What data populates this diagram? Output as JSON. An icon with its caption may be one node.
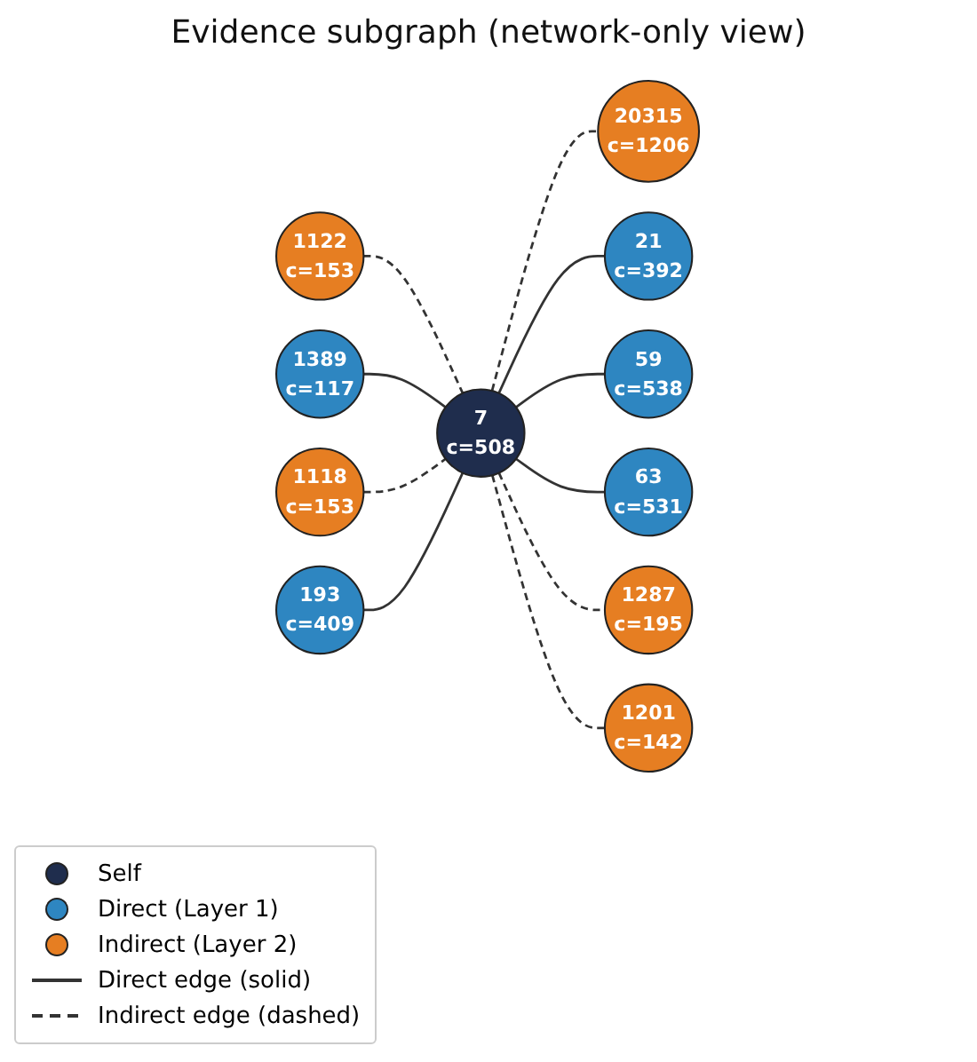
{
  "diagram": {
    "title": "Evidence subgraph (network-only view)",
    "nodes": [
      {
        "text": [
          "1122",
          "c=153"
        ]
      },
      {
        "text": [
          "20315",
          "c=1206"
        ]
      },
      {
        "text": [
          "1389",
          "c=117"
        ]
      },
      {
        "text": [
          "21",
          "c=392"
        ]
      },
      {
        "text": [
          "1118",
          "c=153"
        ]
      },
      {
        "text": [
          "7",
          "c=508"
        ]
      },
      {
        "text": [
          "59",
          "c=538"
        ]
      },
      {
        "text": [
          "193",
          "c=409"
        ]
      },
      {
        "text": [
          "63",
          "c=531"
        ]
      },
      {
        "text": [
          "1287",
          "c=195"
        ]
      },
      {
        "text": [
          "1201",
          "c=142"
        ]
      }
    ],
    "edges": [
      {
        "from": 0,
        "to": 5,
        "arrow": "none",
        "style": "dashed"
      },
      {
        "from": 5,
        "to": 1,
        "arrow": "none",
        "style": "dashed"
      },
      {
        "from": 2,
        "to": 5,
        "arrow": "none"
      },
      {
        "from": 5,
        "to": 3,
        "arrow": "none"
      },
      {
        "from": 4,
        "to": 5,
        "arrow": "none",
        "style": "dashed"
      },
      {
        "from": 5,
        "to": 6,
        "arrow": "none"
      },
      {
        "from": 7,
        "to": 5,
        "arrow": "none"
      },
      {
        "from": 5,
        "to": 8,
        "arrow": "none"
      },
      {
        "from": 5,
        "to": 9,
        "arrow": "none",
        "style": "dashed"
      },
      {
        "from": 5,
        "to": 10,
        "arrow": "none",
        "style": "dashed"
      }
    ],
    "legend": [
      {
        "text": "Self",
        "color": "#1f2d4d"
      },
      {
        "text": "Direct (Layer 1)",
        "color": "#2e86c1"
      },
      {
        "text": "Indirect (Layer 2)",
        "color": "#e67e22"
      },
      {
        "text": "Direct edge (solid)"
      },
      {
        "text": "Indirect edge (dashed)"
      }
    ]
  }
}
